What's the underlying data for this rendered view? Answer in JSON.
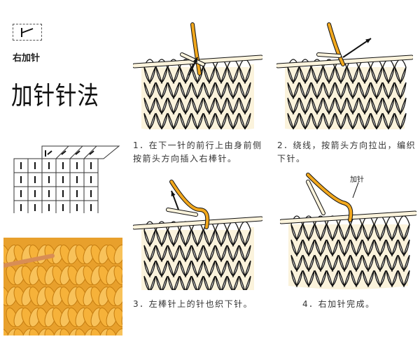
{
  "header": {
    "symbol": "right-increase-symbol",
    "subtitle": "右加针",
    "title": "加针针法"
  },
  "chart": {
    "columns": 6,
    "rows": 4,
    "increase_columns": 4,
    "cell_symbol": "knit-stitch"
  },
  "steps": [
    {
      "caption": "1．在下一针的前行上由身前侧按箭头方向插入右棒针。"
    },
    {
      "caption": "2．绕线，按箭头方向拉出，编织下针。"
    },
    {
      "caption": "3．左棒针上的针也织下针。"
    },
    {
      "caption": "4．右加针完成。"
    }
  ],
  "annotation": "加针",
  "colors": {
    "yarn": "#f2a81d",
    "fabric": "#fbf3dc",
    "photo_yarn": "#f6b23a",
    "outline": "#111111"
  }
}
